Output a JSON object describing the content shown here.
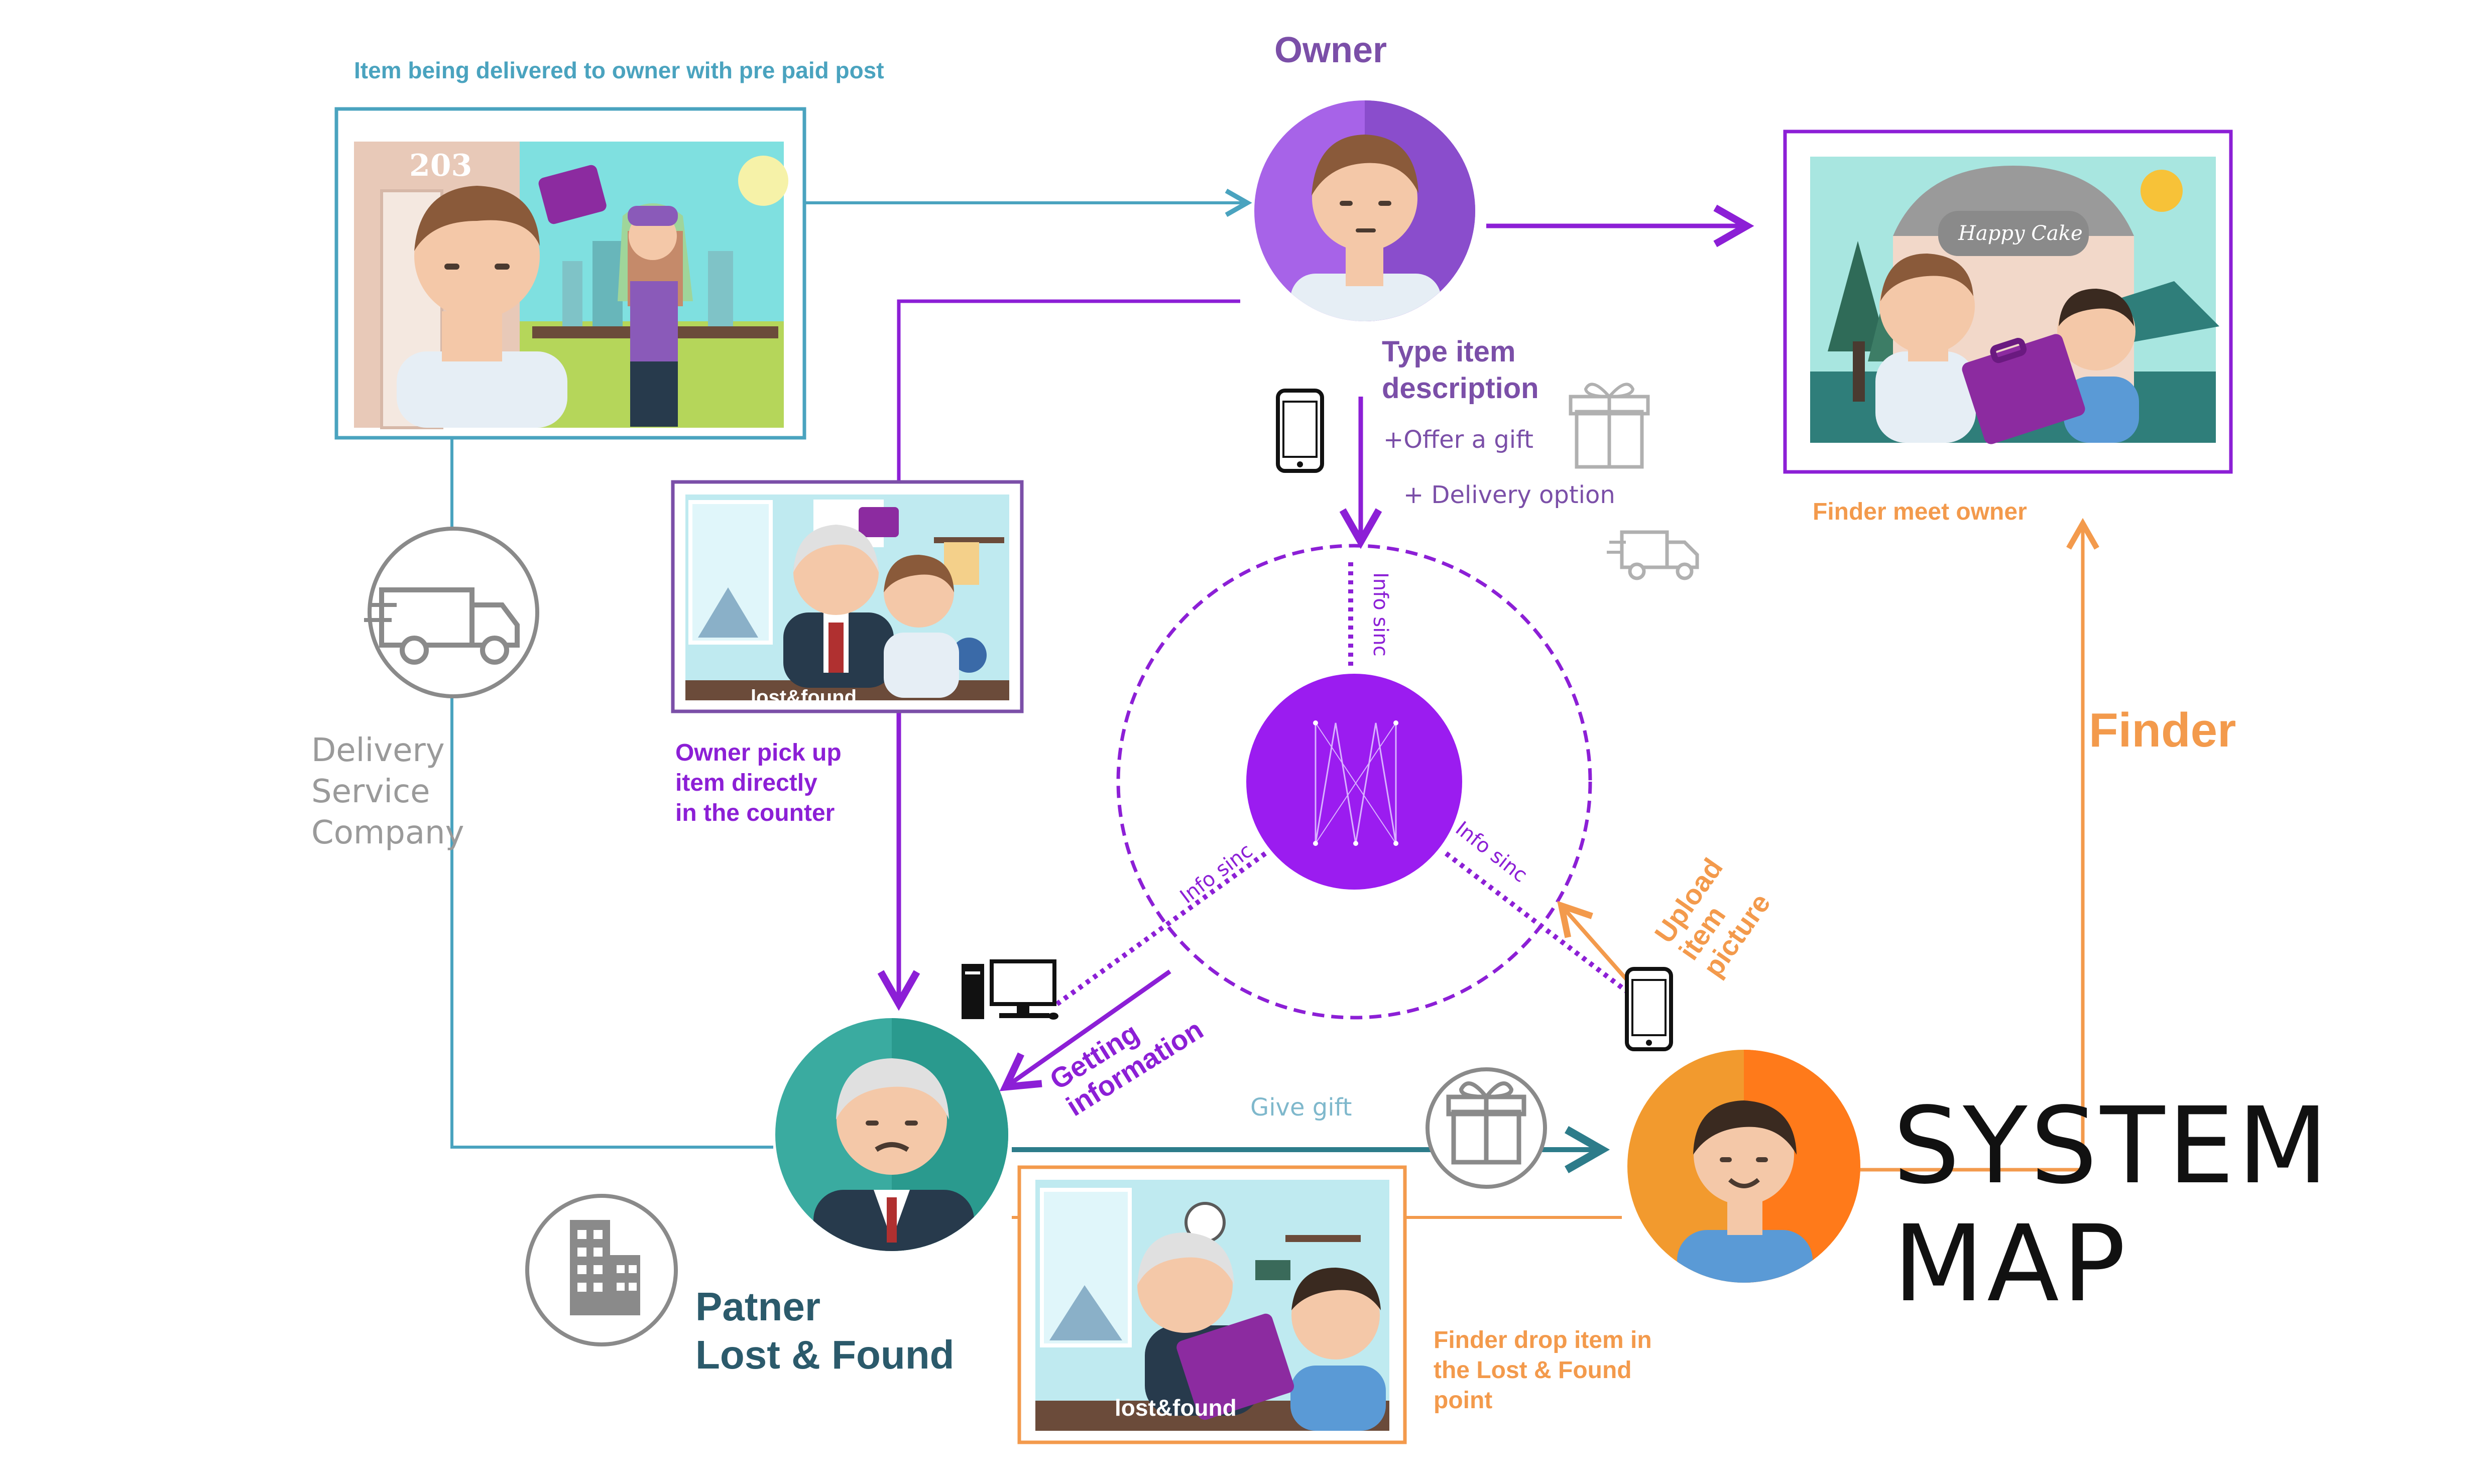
{
  "title": {
    "line1": "SYSTEM",
    "line2": "MAP"
  },
  "colors": {
    "owner": "#8c1fd6",
    "owner_label": "#7b4fa8",
    "finder": "#f39a4c",
    "partner": "#2b5a6b",
    "delivery_line": "#4aa3bf",
    "gray": "#8a8a8a",
    "dark_teal": "#2d7c8a"
  },
  "actors": {
    "owner": {
      "label": "Owner",
      "icon": "owner-avatar-icon"
    },
    "finder": {
      "label": "Finder",
      "icon": "finder-avatar-icon"
    },
    "partner": {
      "label": "Patner\nLost & Found",
      "icon": "partner-avatar-icon"
    },
    "platform": {
      "icon": "platform-logo-icon"
    },
    "delivery": {
      "label": "Delivery\nService\nCompany",
      "icon": "delivery-truck-icon"
    }
  },
  "captions": {
    "delivered": "Item being delivered to owner with pre paid post",
    "finder_meet": "Finder meet owner",
    "owner_pickup": "Owner pick up\nitem directly\n in the counter",
    "finder_drop": "Finder drop item in\nthe Lost & Found\npoint"
  },
  "steps": {
    "type_desc": "Type item\ndescription",
    "offer_gift": "+Offer a gift",
    "delivery_option": "+ Delivery option",
    "info_sinc": "Info sinc",
    "upload": "Upload\nitem\npicture",
    "getting_info": "Getting\ninformation",
    "give_gift": "Give gift"
  },
  "scenes": {
    "door_number": "203",
    "cafe_sign": "Happy Cake",
    "counter_sign": "lost&found"
  }
}
